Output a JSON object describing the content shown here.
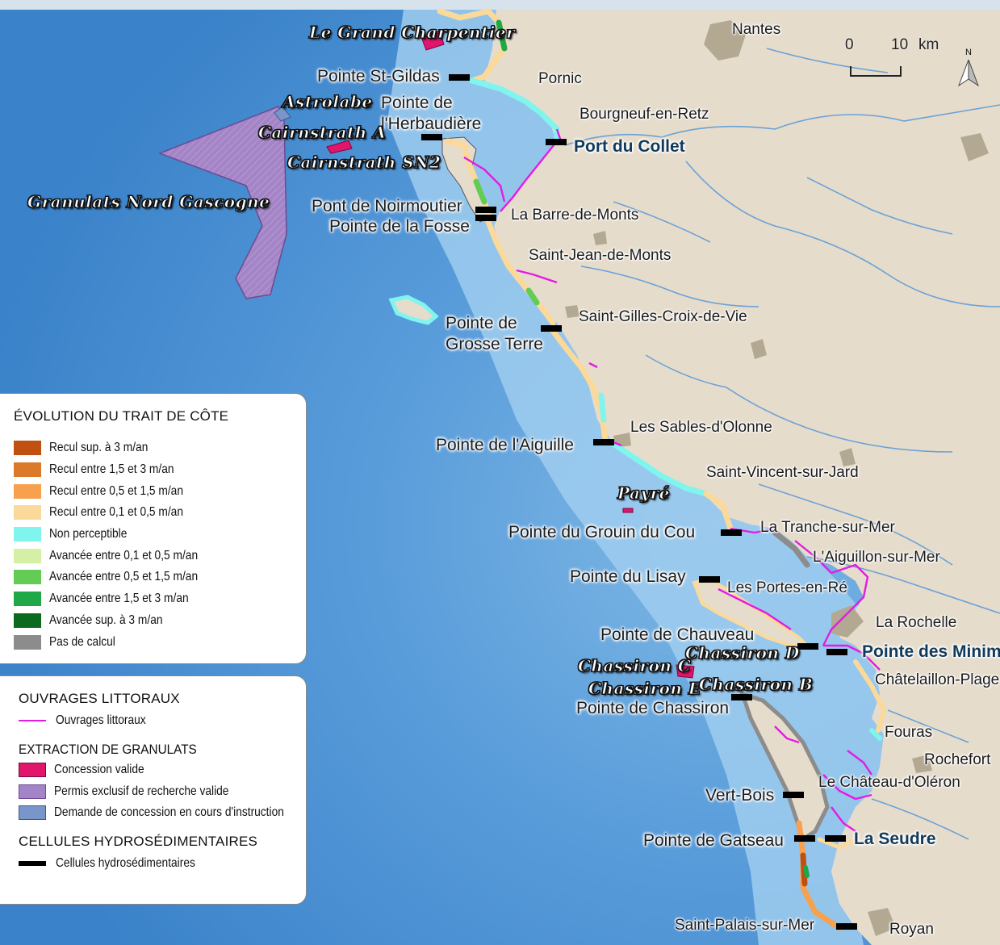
{
  "colors": {
    "sea_deep": "#3f8ad0",
    "sea_shallow": "#9fcdee",
    "land": "#e6dccb",
    "urban": "#b3a993",
    "river": "#6aa2d6",
    "coastal_works": "#e31ce3",
    "cell_marker": "#000000",
    "exclusive_permit": "#a384c6",
    "valid_concession": "#e0156b",
    "pending_concession": "#7a95c9"
  },
  "scale_bar": {
    "start": "0",
    "end": "10",
    "unit": "km"
  },
  "north_arrow": {
    "label": "N",
    "icon": "north-arrow-icon"
  },
  "towns": [
    {
      "key": "nantes",
      "label": "Nantes"
    },
    {
      "key": "pornic",
      "label": "Pornic"
    },
    {
      "key": "bourgneuf",
      "label": "Bourgneuf-en-Retz"
    },
    {
      "key": "barre",
      "label": "La Barre-de-Monts"
    },
    {
      "key": "stjean",
      "label": "Saint-Jean-de-Monts"
    },
    {
      "key": "stgilles",
      "label": "Saint-Gilles-Croix-de-Vie"
    },
    {
      "key": "sables",
      "label": "Les Sables-d'Olonne"
    },
    {
      "key": "stvincent",
      "label": "Saint-Vincent-sur-Jard"
    },
    {
      "key": "tranche",
      "label": "La Tranche-sur-Mer"
    },
    {
      "key": "aiguillon",
      "label": "L'Aiguillon-sur-Mer"
    },
    {
      "key": "portes",
      "label": "Les Portes-en-Ré"
    },
    {
      "key": "rochelle",
      "label": "La Rochelle"
    },
    {
      "key": "chatelaillon",
      "label": "Châtelaillon-Plage"
    },
    {
      "key": "fouras",
      "label": "Fouras"
    },
    {
      "key": "rochefort",
      "label": "Rochefort"
    },
    {
      "key": "chateau",
      "label": "Le Château-d'Oléron"
    },
    {
      "key": "stpalais",
      "label": "Saint-Palais-sur-Mer"
    },
    {
      "key": "royan",
      "label": "Royan"
    }
  ],
  "points": [
    {
      "key": "stgildas",
      "label": "Pointe St-Gildas"
    },
    {
      "key": "herb1",
      "label": "Pointe de"
    },
    {
      "key": "herb2",
      "label": "l'Herbaudière"
    },
    {
      "key": "collet",
      "label": "Port du Collet"
    },
    {
      "key": "noir",
      "label": "Pont de Noirmoutier"
    },
    {
      "key": "fosse",
      "label": "Pointe de la Fosse"
    },
    {
      "key": "gt1",
      "label": "Pointe de"
    },
    {
      "key": "gt2",
      "label": "Grosse Terre"
    },
    {
      "key": "aiguille",
      "label": "Pointe de l'Aiguille"
    },
    {
      "key": "grouin",
      "label": "Pointe du Grouin du Cou"
    },
    {
      "key": "lisay",
      "label": "Pointe du Lisay"
    },
    {
      "key": "chauveau",
      "label": "Pointe de Chauveau"
    },
    {
      "key": "minimes",
      "label": "Pointe des Minimes"
    },
    {
      "key": "chassiron",
      "label": "Pointe de Chassiron"
    },
    {
      "key": "vertbois",
      "label": "Vert-Bois"
    },
    {
      "key": "gatseau",
      "label": "Pointe de Gatseau"
    },
    {
      "key": "seudre",
      "label": "La Seudre"
    }
  ],
  "extraction_zones": [
    {
      "key": "charpentier",
      "label": "Le Grand Charpentier"
    },
    {
      "key": "astrolabe",
      "label": "Astrolabe"
    },
    {
      "key": "cairnA",
      "label": "Cairnstrath A"
    },
    {
      "key": "cairnSN2",
      "label": "Cairnstrath SN2"
    },
    {
      "key": "granulats",
      "label": "Granulats Nord Gascogne"
    },
    {
      "key": "payre",
      "label": "Payré"
    },
    {
      "key": "chassD",
      "label": "Chassiron D"
    },
    {
      "key": "chassC",
      "label": "Chassiron C"
    },
    {
      "key": "chassE",
      "label": "Chassiron E"
    },
    {
      "key": "chassB",
      "label": "Chassiron B"
    }
  ],
  "legend_coast": {
    "title": "ÉVOLUTION DU TRAIT DE CÔTE",
    "items": [
      {
        "label": "Recul sup. à 3 m/an",
        "color": "#c0500f"
      },
      {
        "label": "Recul entre 1,5 et 3 m/an",
        "color": "#db7a2a"
      },
      {
        "label": "Recul entre  0,5 et 1,5 m/an",
        "color": "#f7a14f"
      },
      {
        "label": "Recul entre 0,1 et 0,5 m/an",
        "color": "#fbd99a"
      },
      {
        "label": "Non perceptible",
        "color": "#7ff5ee"
      },
      {
        "label": "Avancée entre 0,1 et 0,5 m/an",
        "color": "#d4f0a4"
      },
      {
        "label": "Avancée entre 0,5 et 1,5 m/an",
        "color": "#62cc55"
      },
      {
        "label": "Avancée entre 1,5 et 3 m/an",
        "color": "#1ea848"
      },
      {
        "label": "Avancée sup. à 3 m/an",
        "color": "#0c6a1e"
      },
      {
        "label": "Pas de calcul",
        "color": "#8c8c8c"
      }
    ]
  },
  "legend_works": {
    "title": "OUVRAGES LITTORAUX",
    "works_label": "Ouvrages littoraux",
    "extraction_title": "EXTRACTION DE GRANULATS",
    "extraction_items": [
      {
        "label": "Concession valide",
        "color": "#e0156b"
      },
      {
        "label": "Permis exclusif de recherche valide",
        "color": "#a384c6"
      },
      {
        "label": "Demande de concession en cours d'instruction",
        "color": "#7a95c9"
      }
    ],
    "cells_title": "CELLULES HYDROSÉDIMENTAIRES",
    "cells_label": "Cellules hydrosédimentaires"
  }
}
